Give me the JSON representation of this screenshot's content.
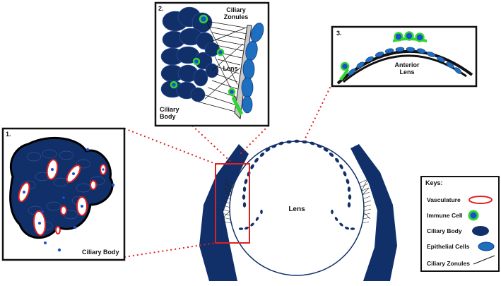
{
  "panel1": {
    "number": "1.",
    "label": "Ciliary Body"
  },
  "panel2": {
    "number": "2.",
    "label_zonules_line1": "Ciliary",
    "label_zonules_line2": "Zonules",
    "label_lens": "Lens",
    "label_body_line1": "Ciliary",
    "label_body_line2": "Body"
  },
  "panel3": {
    "number": "3.",
    "label_line1": "Anterior",
    "label_line2": "Lens"
  },
  "main": {
    "lens_label": "Lens"
  },
  "keys": {
    "title": "Keys:",
    "items": [
      {
        "label": "Vasculature",
        "icon": "vasculature-icon"
      },
      {
        "label": "Immune Cell",
        "icon": "immune-cell-icon"
      },
      {
        "label": "Ciliary Body",
        "icon": "ciliary-body-icon"
      },
      {
        "label": "Epithelial Cells",
        "icon": "epithelial-cell-icon"
      },
      {
        "label": "Ciliary Zonules",
        "icon": "zonule-line-icon"
      }
    ]
  },
  "colors": {
    "ciliary_body": "#11306a",
    "epithelial": "#1f6fc0",
    "immune_ring": "#2fd62f",
    "vasculature": "#e02020",
    "callout_line": "#e02020"
  }
}
